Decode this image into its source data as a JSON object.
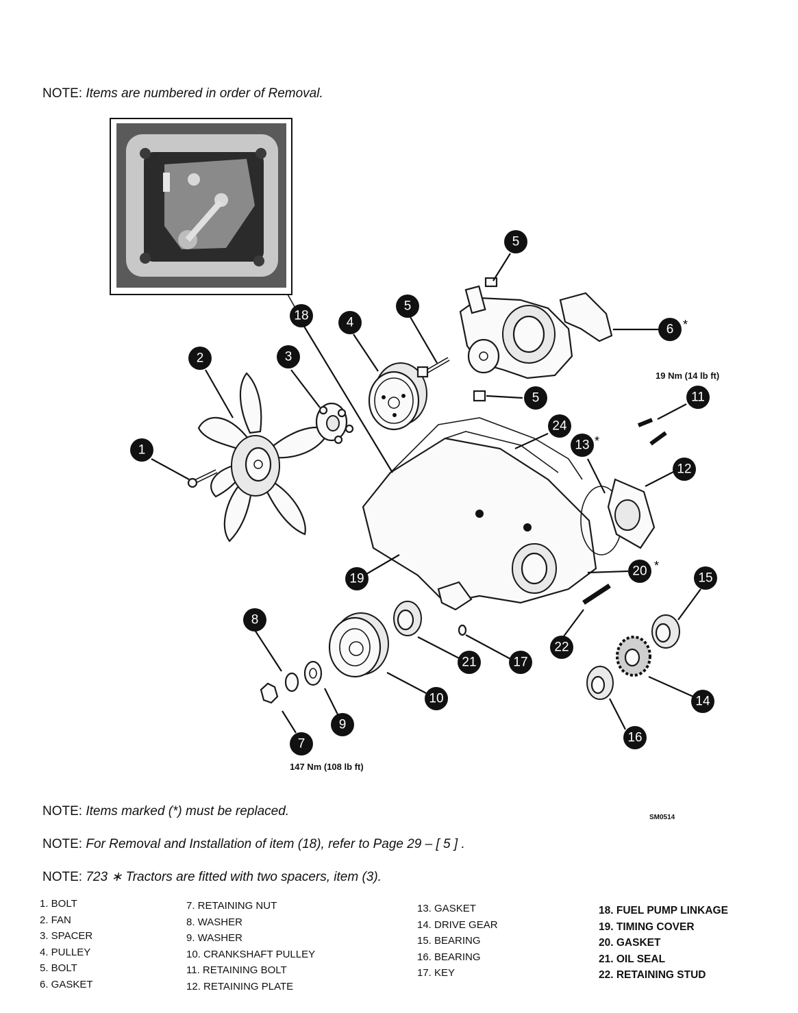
{
  "notes": {
    "top": {
      "label": "NOTE:",
      "text": "Items are numbered in order of Removal."
    },
    "replace": {
      "label": "NOTE:",
      "text": "Items marked (*) must be replaced."
    },
    "removal": {
      "label": "NOTE:",
      "text": "For Removal and Installation of item (18), refer to Page 29 – [ 5 ] ."
    },
    "spacers": {
      "label": "NOTE:",
      "text": "723 ∗  Tractors are fitted with two spacers, item (3)."
    }
  },
  "figure_code": "SM0514",
  "torque": {
    "nut": "147 Nm (108 lb ft)",
    "bolt": "19 Nm  (14 lb ft)"
  },
  "callouts": [
    "1",
    "2",
    "3",
    "4",
    "5",
    "5",
    "5",
    "6",
    "7",
    "8",
    "9",
    "10",
    "11",
    "12",
    "13",
    "14",
    "15",
    "16",
    "17",
    "18",
    "19",
    "20",
    "21",
    "22",
    "24"
  ],
  "asterisk": "*",
  "legend": {
    "col1": [
      "1. BOLT",
      "2. FAN",
      "3. SPACER",
      "4. PULLEY",
      "5. BOLT",
      "6. GASKET"
    ],
    "col2": [
      "7. RETAINING NUT",
      "8. WASHER",
      "9. WASHER",
      "10. CRANKSHAFT PULLEY",
      "11. RETAINING BOLT",
      "12. RETAINING PLATE"
    ],
    "col3": [
      "13. GASKET",
      "14. DRIVE GEAR",
      "15. BEARING",
      "16. BEARING",
      "17. KEY"
    ],
    "col4": [
      "18. FUEL PUMP LINKAGE",
      "19. TIMING COVER",
      "20. GASKET",
      "21. OIL SEAL",
      "22. RETAINING STUD"
    ]
  }
}
